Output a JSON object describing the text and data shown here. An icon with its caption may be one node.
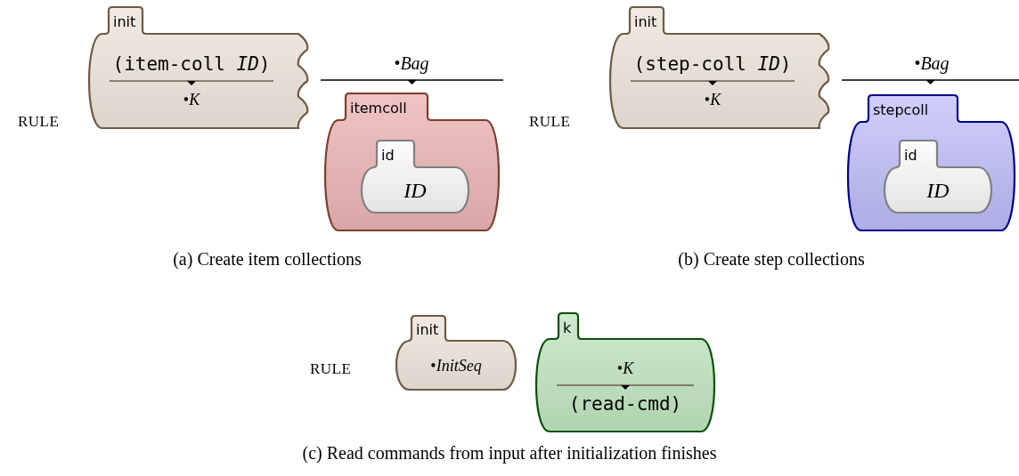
{
  "diagram": {
    "nodes": [
      {
        "text": [
          "init",
          "(item-coll *ID*)",
          "•*K*"
        ]
      },
      {
        "text": [
          "itemcoll"
        ]
      },
      {
        "text": [
          "id",
          "*ID*"
        ],
        "in": 1
      },
      {
        "text": [
          "init",
          "(step-coll *ID*)",
          "•*K*"
        ]
      },
      {
        "text": [
          "stepcoll"
        ]
      },
      {
        "text": [
          "id",
          "*ID*"
        ],
        "in": 4
      },
      {
        "text": [
          "init",
          "•*InitSeq*"
        ]
      },
      {
        "text": [
          "k",
          "•*K*",
          "(read-cmd)"
        ]
      }
    ],
    "labels": [
      "RULE",
      "•*Bag*",
      "RULE",
      "•*Bag*",
      "(a) Create item collections",
      "(b) Create step collections",
      "RULE",
      "(c) Read commands from input after initialization finishes"
    ]
  }
}
